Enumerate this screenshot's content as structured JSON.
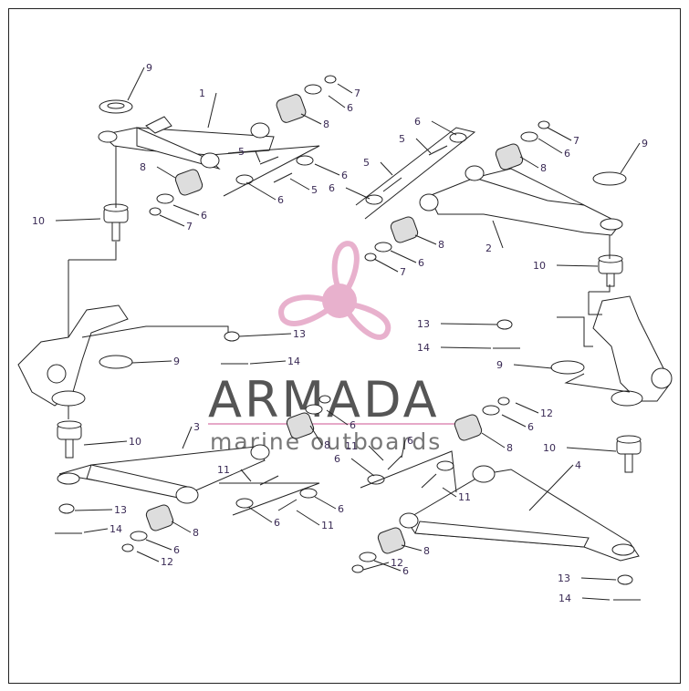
{
  "watermark": {
    "brand": "ARMADA",
    "tagline": "marine outboards",
    "logo_color": "#e6a9c8",
    "text_color": "#555555"
  },
  "callouts": {
    "upper_left": [
      "1",
      "9",
      "7",
      "6",
      "8",
      "10",
      "8",
      "6",
      "7",
      "5",
      "6",
      "6",
      "5"
    ],
    "upper_right": [
      "2",
      "6",
      "5",
      "5",
      "6",
      "7",
      "6",
      "8",
      "9",
      "8",
      "6",
      "7",
      "10"
    ],
    "middle": [
      "13",
      "14",
      "9",
      "13",
      "14",
      "9"
    ],
    "lower_left": [
      "3",
      "10",
      "13",
      "14",
      "8",
      "6",
      "12",
      "11",
      "6",
      "6",
      "11",
      "8",
      "6",
      "12"
    ],
    "lower_right": [
      "4",
      "11",
      "6",
      "6",
      "11",
      "8",
      "6",
      "12",
      "10",
      "8",
      "6",
      "12",
      "13",
      "14"
    ]
  }
}
